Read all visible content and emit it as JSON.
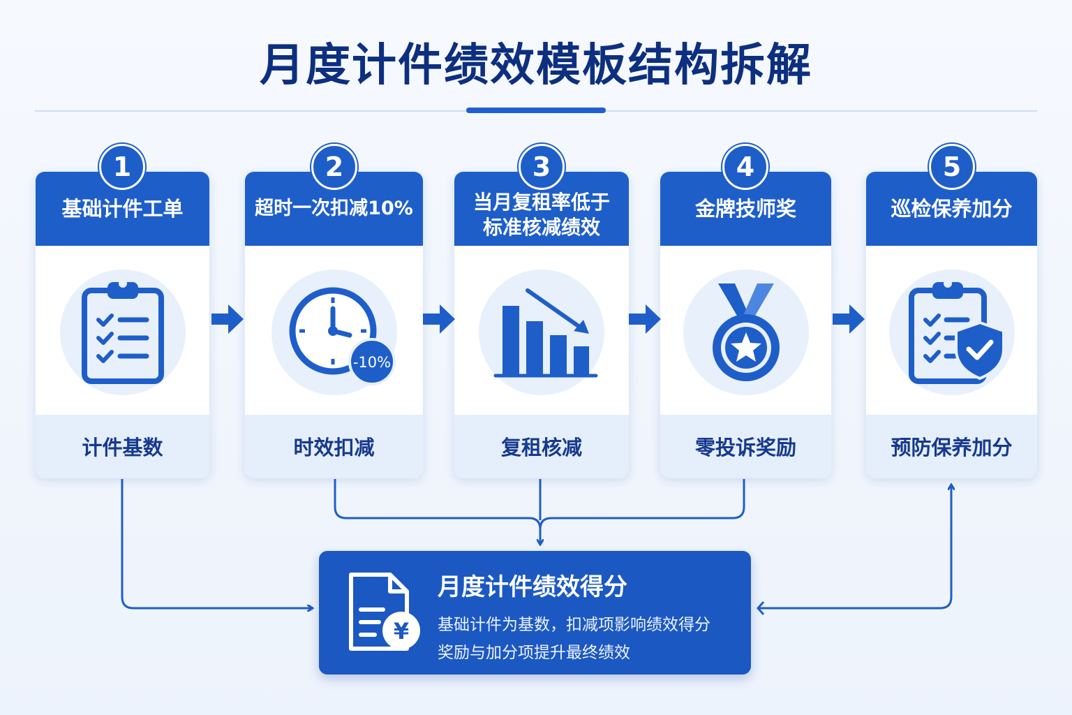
{
  "title": "月度计件绩效模板结构拆解",
  "steps": [
    {
      "number": "1",
      "title_lines": [
        "基础计件工单"
      ],
      "footer": "计件基数"
    },
    {
      "number": "2",
      "title_lines": [
        "超时一次扣减10%"
      ],
      "footer": "时效扣减",
      "badge": "-10%"
    },
    {
      "number": "3",
      "title_lines": [
        "当月复租率低于",
        "标准核减绩效"
      ],
      "footer": "复租核减"
    },
    {
      "number": "4",
      "title_lines": [
        "金牌技师奖"
      ],
      "footer": "零投诉奖励"
    },
    {
      "number": "5",
      "title_lines": [
        "巡检保养加分"
      ],
      "footer": "预防保养加分"
    }
  ],
  "summary": {
    "title": "月度计件绩效得分",
    "lines": [
      "基础计件为基数，扣减项影响绩效得分",
      "奖励与加分项提升最终绩效"
    ],
    "currency_symbol": "¥"
  },
  "icons": [
    "clipboard-checklist-icon",
    "clock-icon",
    "declining-bar-chart-icon",
    "medal-star-icon",
    "clipboard-shield-icon",
    "document-currency-icon"
  ],
  "colors": {
    "primary": "#1e5ec9",
    "dark": "#0d2f7f",
    "light": "#e5eefb"
  }
}
